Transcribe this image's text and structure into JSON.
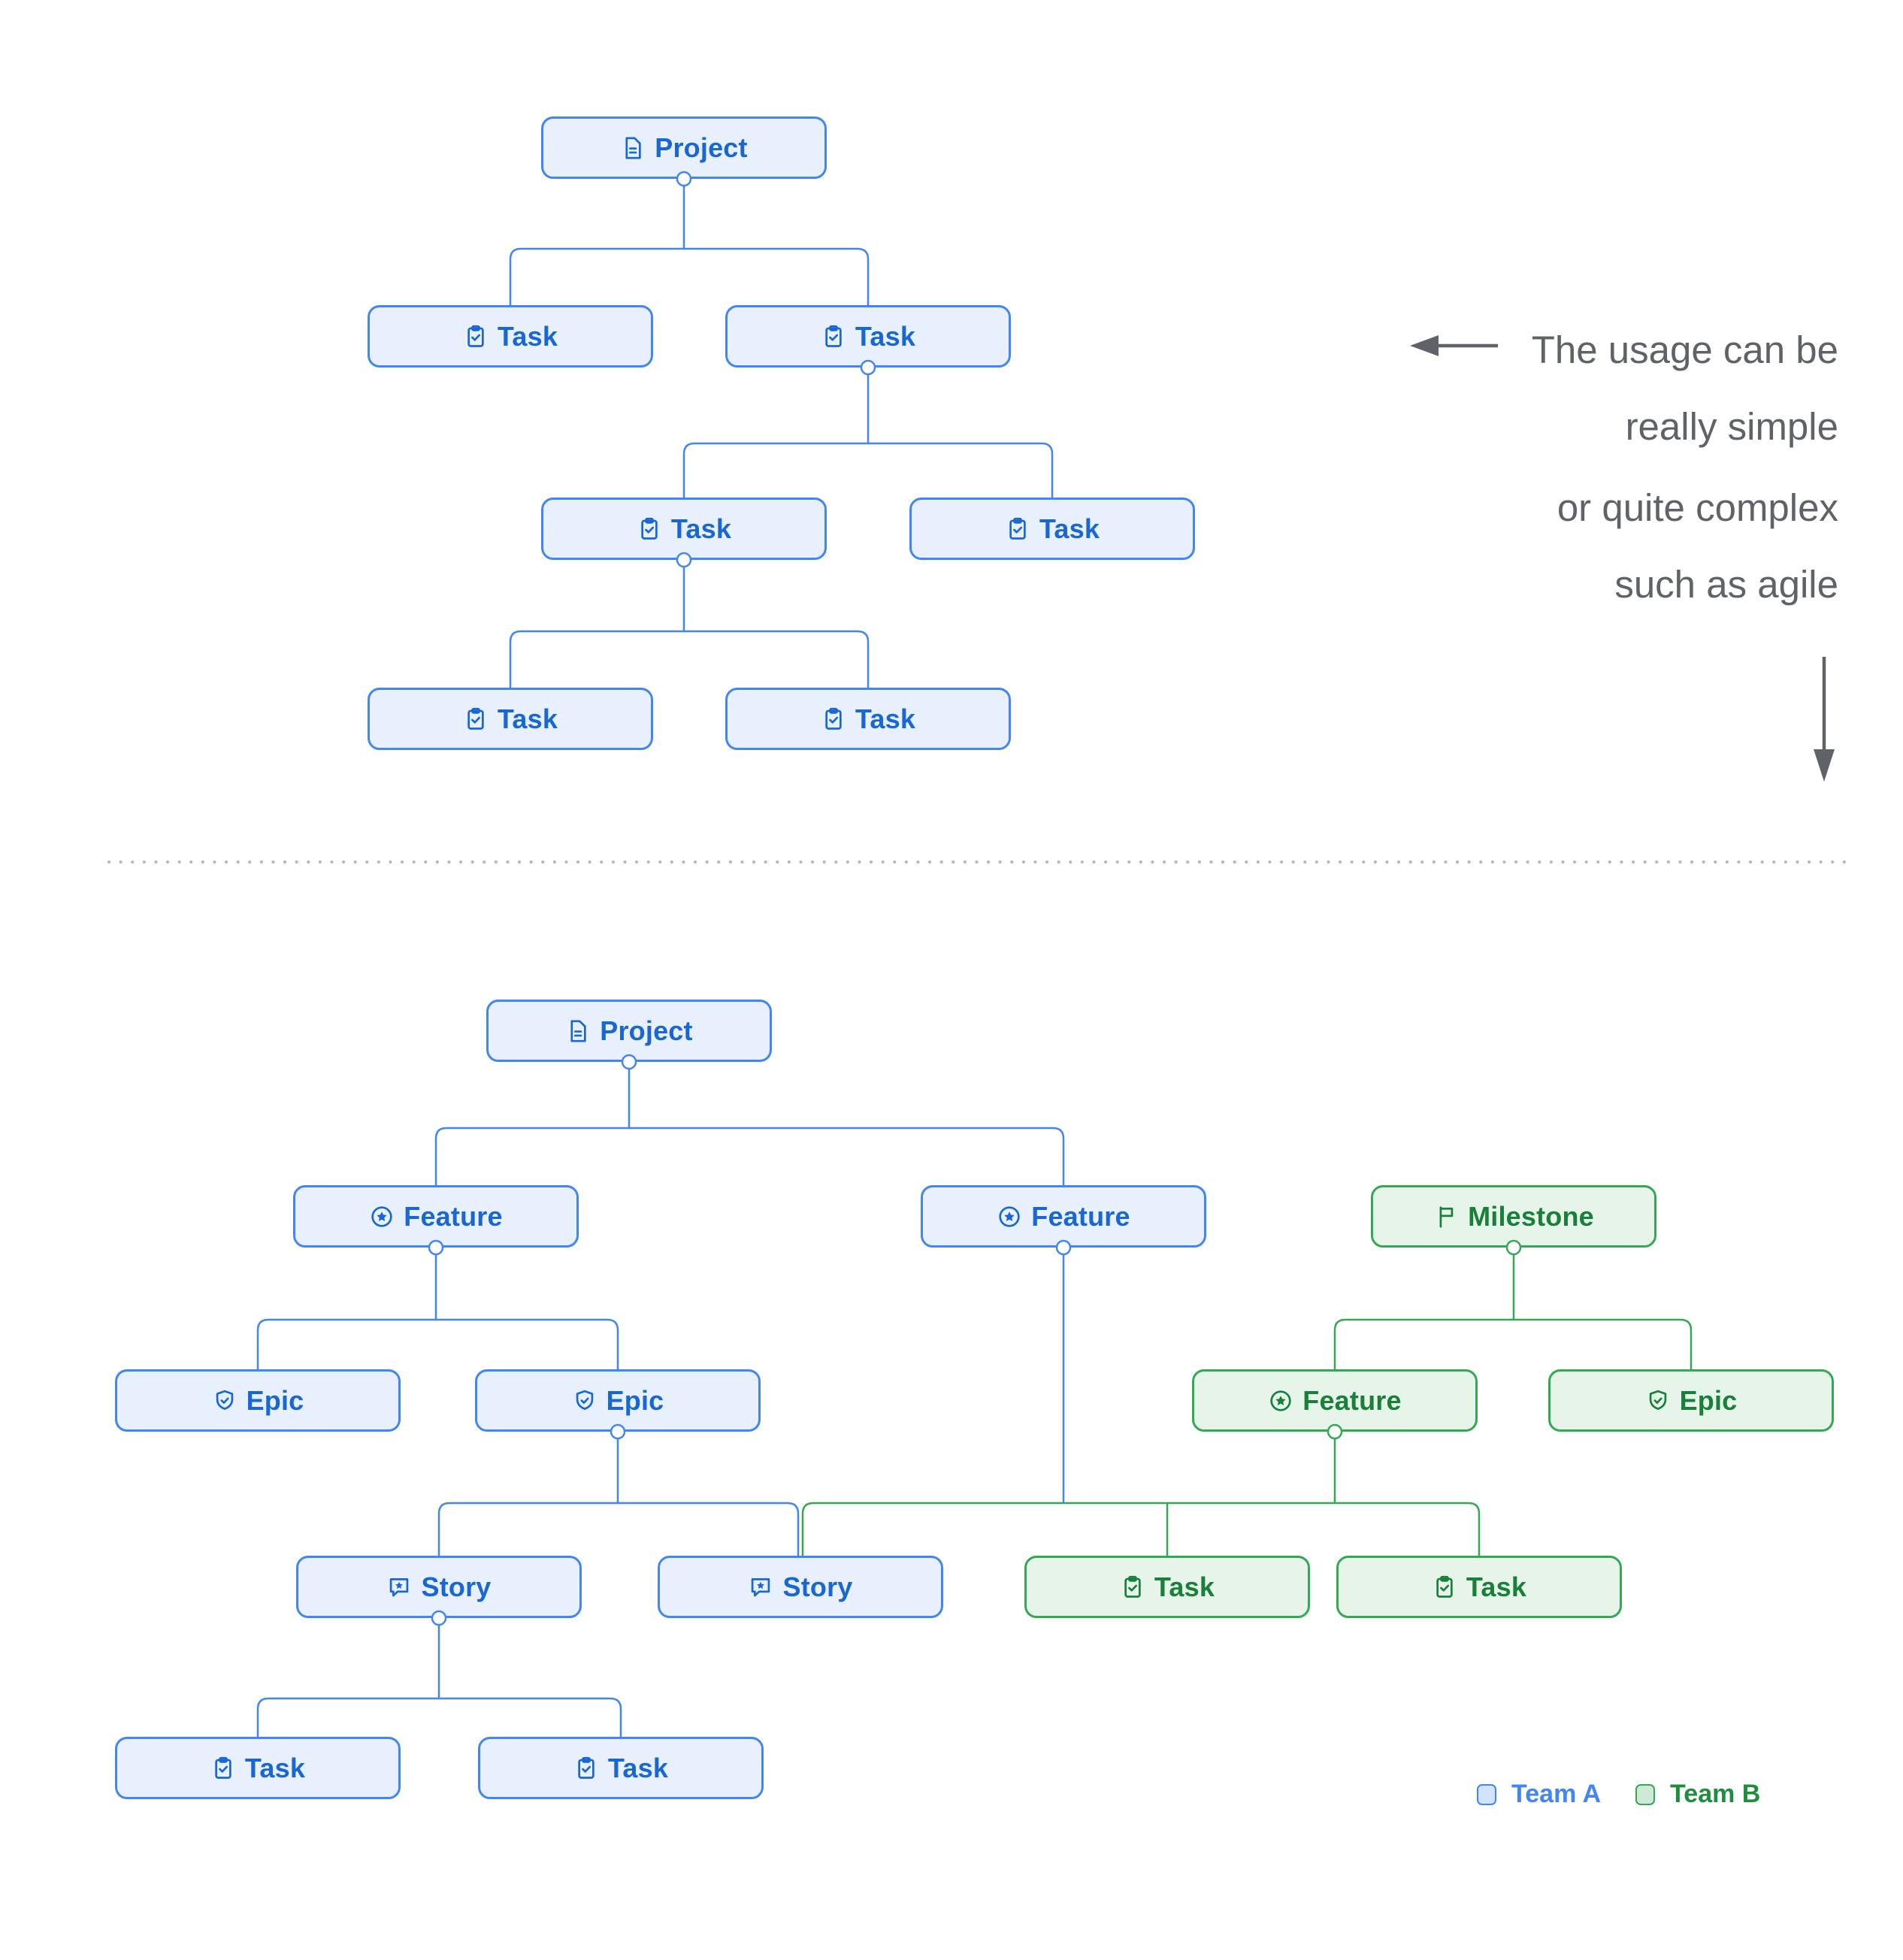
{
  "colors": {
    "team_a_border": "#4285f4",
    "team_a_fill": "#e8f0fe",
    "team_a_text": "#1967d2",
    "team_b_border": "#34a853",
    "team_b_fill": "#e6f4ea",
    "team_b_text": "#188038",
    "annotation_gray": "#5f6368",
    "divider_gray": "#b4b7bb"
  },
  "annotation": {
    "para1_line1": "The usage can be",
    "para1_line2": "really simple",
    "para2_line1": "or quite complex",
    "para2_line2": "such as agile"
  },
  "legend": {
    "team_a": "Team A",
    "team_b": "Team B"
  },
  "icons": {
    "project": "document-icon",
    "task": "clipboard-check-icon",
    "feature": "star-circle-icon",
    "epic": "shield-check-icon",
    "story": "comment-star-icon",
    "milestone": "flag-icon"
  },
  "simple_tree": {
    "nodes": [
      {
        "label": "Project",
        "type": "project",
        "team": "A"
      },
      {
        "label": "Task",
        "type": "task",
        "team": "A"
      },
      {
        "label": "Task",
        "type": "task",
        "team": "A"
      },
      {
        "label": "Task",
        "type": "task",
        "team": "A"
      },
      {
        "label": "Task",
        "type": "task",
        "team": "A"
      },
      {
        "label": "Task",
        "type": "task",
        "team": "A"
      },
      {
        "label": "Task",
        "type": "task",
        "team": "A"
      }
    ]
  },
  "complex_tree": {
    "nodes": [
      {
        "label": "Project",
        "type": "project",
        "team": "A"
      },
      {
        "label": "Feature",
        "type": "feature",
        "team": "A"
      },
      {
        "label": "Feature",
        "type": "feature",
        "team": "A"
      },
      {
        "label": "Milestone",
        "type": "milestone",
        "team": "B"
      },
      {
        "label": "Epic",
        "type": "epic",
        "team": "A"
      },
      {
        "label": "Epic",
        "type": "epic",
        "team": "A"
      },
      {
        "label": "Feature",
        "type": "feature",
        "team": "B"
      },
      {
        "label": "Epic",
        "type": "epic",
        "team": "B"
      },
      {
        "label": "Story",
        "type": "story",
        "team": "A"
      },
      {
        "label": "Story",
        "type": "story",
        "team": "A"
      },
      {
        "label": "Task",
        "type": "task",
        "team": "B"
      },
      {
        "label": "Task",
        "type": "task",
        "team": "B"
      },
      {
        "label": "Task",
        "type": "task",
        "team": "A"
      },
      {
        "label": "Task",
        "type": "task",
        "team": "A"
      }
    ]
  }
}
